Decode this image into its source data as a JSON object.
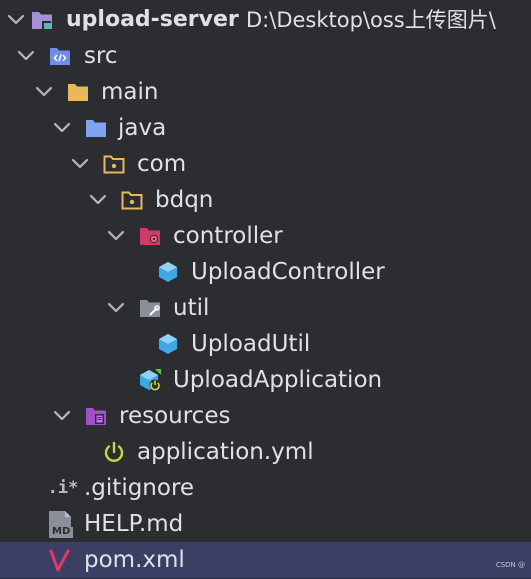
{
  "project": {
    "name": "upload-server",
    "path": "D:\\Desktop\\oss上传图片\\"
  },
  "nodes": {
    "src": "src",
    "main": "main",
    "java": "java",
    "com": "com",
    "bdqn": "bdqn",
    "controller": "controller",
    "upload_controller": "UploadController",
    "util": "util",
    "upload_util": "UploadUtil",
    "upload_application": "UploadApplication",
    "resources": "resources",
    "application_yml": "application.yml",
    "gitignore": ".gitignore",
    "help_md": "HELP.md",
    "pom_xml": "pom.xml"
  },
  "icons": {
    "module": "module-folder-icon",
    "source_root": "source-root-folder-icon",
    "folder": "folder-icon",
    "package": "package-folder-icon",
    "java_class": "java-class-icon",
    "spring_app": "spring-boot-application-icon",
    "resources_root": "resources-root-icon",
    "yml": "spring-config-icon",
    "ignore": "gitignore-icon",
    "markdown": "markdown-icon",
    "maven": "maven-icon"
  },
  "gitignore_glyph": ".i*",
  "markdown_glyph": "MD",
  "watermark": "CSDN @"
}
